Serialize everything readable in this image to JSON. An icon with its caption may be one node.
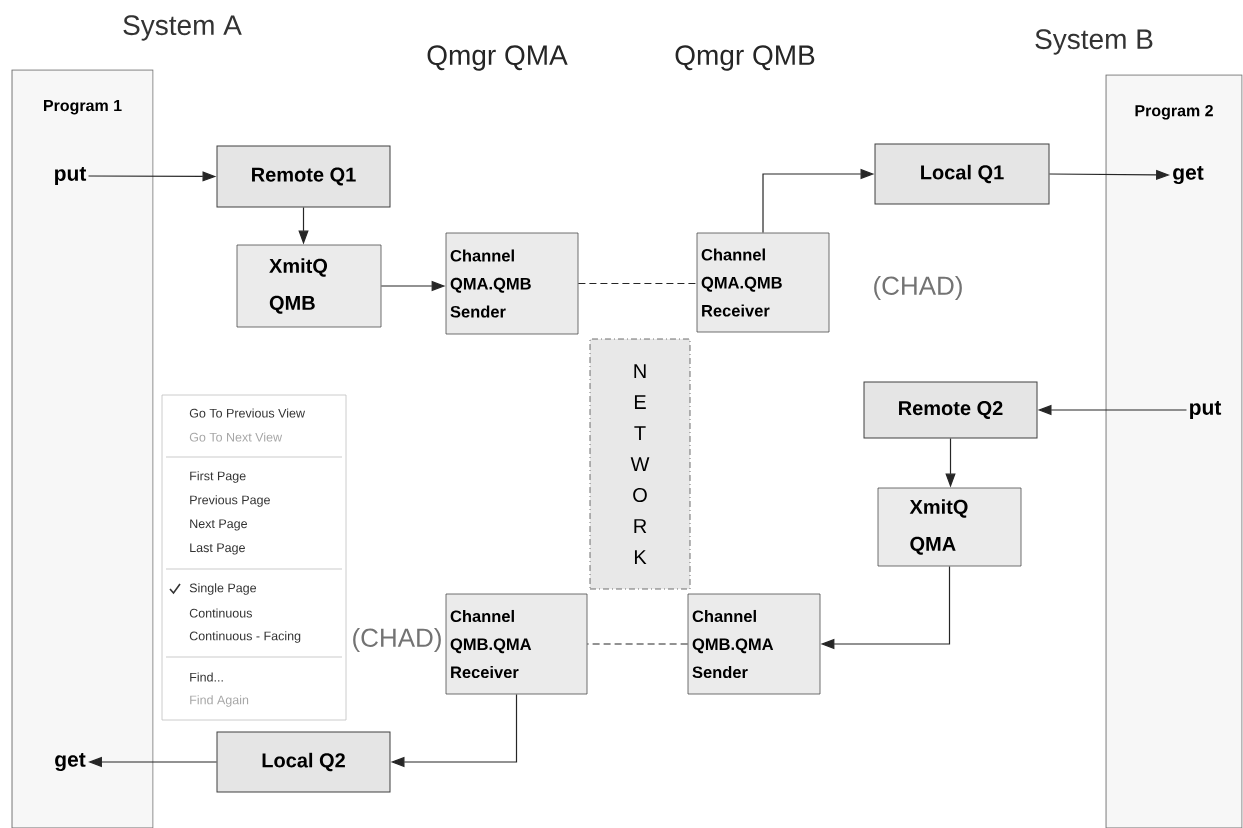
{
  "diagram": {
    "nodes": [
      {
        "text": [
          "Program 1"
        ]
      },
      {
        "text": [
          "put"
        ],
        "in": 0
      },
      {
        "text": [
          "Program 2"
        ]
      },
      {
        "text": [
          "get"
        ],
        "in": 2
      },
      {
        "text": [
          "Remote Q1"
        ]
      },
      {
        "text": [
          "Local Q1"
        ]
      },
      {
        "text": [
          "XmitQ QMB"
        ]
      },
      {
        "text": [
          "Channel QMA.QMB Sender"
        ]
      },
      {
        "text": [
          "Channel QMA.QMB Receiver"
        ]
      },
      {
        "text": [
          "N E T W O R K"
        ]
      },
      {
        "text": [
          "Remote Q2"
        ]
      },
      {
        "text": [
          "put"
        ],
        "in": 2
      },
      {
        "text": [
          "XmitQ QMA"
        ]
      },
      {
        "text": [
          "Channel QMB.QMA Receiver"
        ]
      },
      {
        "text": [
          "Channel QMB.QMA Sender"
        ]
      },
      {
        "text": [
          "get"
        ],
        "in": 0
      },
      {
        "text": [
          "Local Q2"
        ]
      }
    ],
    "edges": [
      {
        "from": 1,
        "to": 4,
        "arrow": "to"
      },
      {
        "from": 4,
        "to": 6,
        "arrow": "to"
      },
      {
        "from": 6,
        "to": 7,
        "arrow": "to"
      },
      {
        "from": 7,
        "to": 8,
        "arrow": "none",
        "style": "dashed"
      },
      {
        "from": 8,
        "to": 5,
        "arrow": "to"
      },
      {
        "from": 5,
        "to": 3,
        "arrow": "to"
      },
      {
        "from": 11,
        "to": 10,
        "arrow": "to"
      },
      {
        "from": 10,
        "to": 12,
        "arrow": "to"
      },
      {
        "from": 12,
        "to": 14,
        "arrow": "to"
      },
      {
        "from": 14,
        "to": 13,
        "arrow": "none",
        "style": "dashed"
      },
      {
        "from": 13,
        "to": 16,
        "arrow": "to"
      },
      {
        "from": 16,
        "to": 15,
        "arrow": "to"
      }
    ],
    "labels": [
      "System A",
      "Qmgr QMA",
      "Qmgr QMB",
      "System B",
      "(CHAD)",
      "Go To Previous View",
      "Go To Next View",
      "First Page",
      "Previous Page",
      "Next Page",
      "Last Page",
      "Single Page",
      "Continuous",
      "Continuous - Facing",
      "Find...",
      "Find Again",
      "(CHAD)"
    ]
  }
}
